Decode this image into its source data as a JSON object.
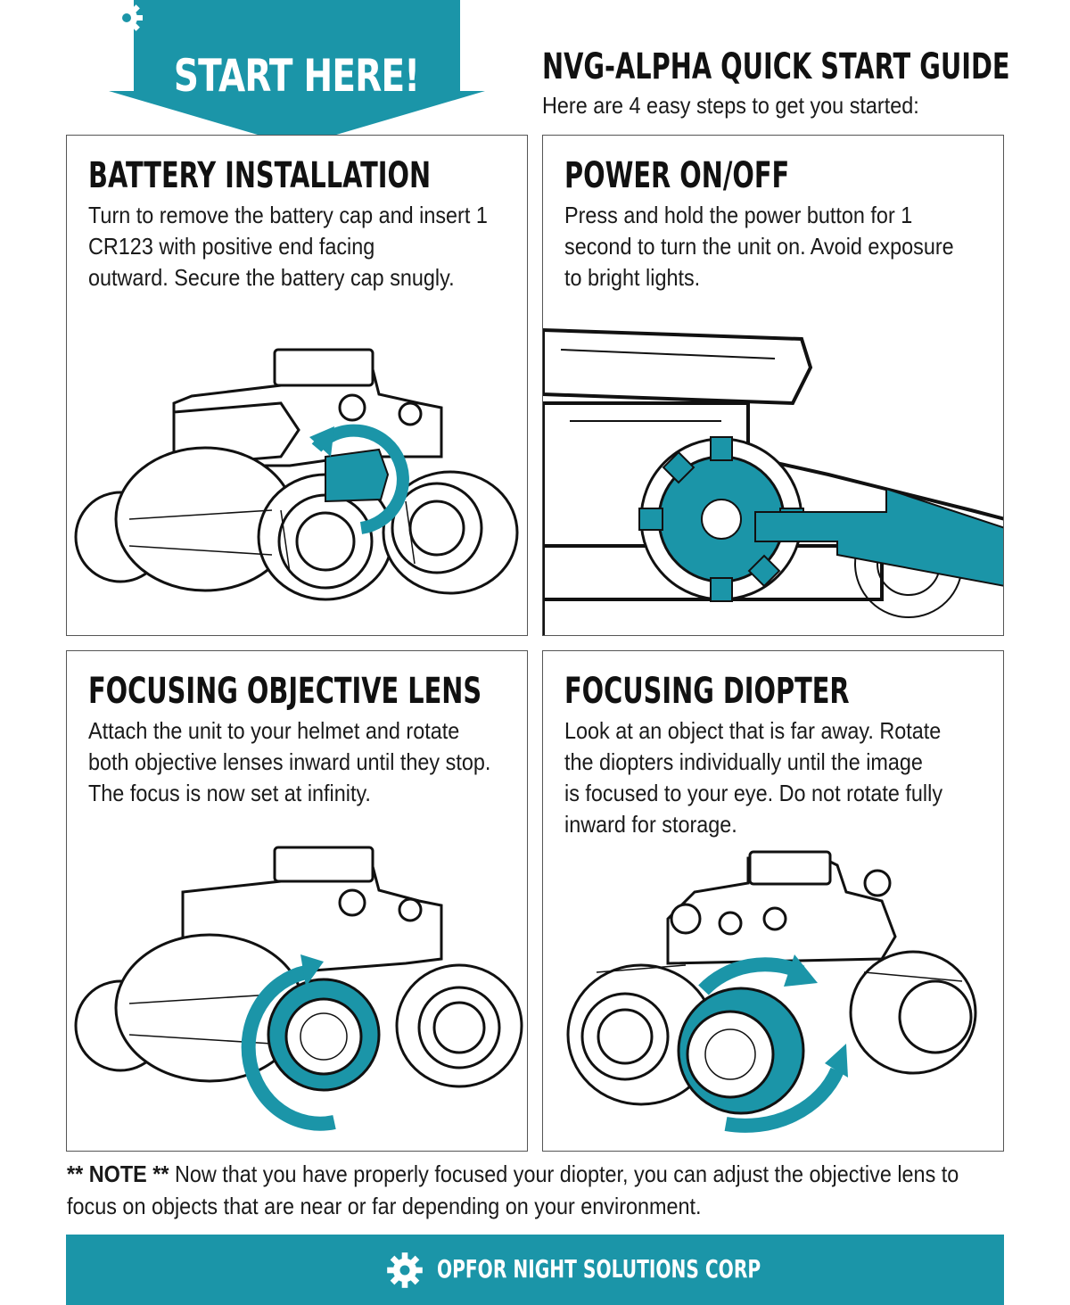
{
  "banner": {
    "label": "START HERE!"
  },
  "guide": {
    "title": "NVG-ALPHA QUICK START GUIDE",
    "subtitle": "Here are 4 easy steps to get you started:"
  },
  "steps": [
    {
      "title": "BATTERY INSTALLATION",
      "lines": [
        "Turn to remove the battery cap and insert 1",
        "CR123 with positive end facing",
        "outward. Secure the battery cap snugly."
      ]
    },
    {
      "title": "POWER ON/OFF",
      "lines": [
        "Press and hold the power button for 1",
        "second to turn the unit on. Avoid exposure",
        "to bright lights."
      ]
    },
    {
      "title": "FOCUSING OBJECTIVE LENS",
      "lines": [
        "Attach the unit to your helmet and rotate",
        "both objective lenses inward until they stop.",
        "The focus is now set at infinity."
      ]
    },
    {
      "title": "FOCUSING DIOPTER",
      "lines": [
        "Look at an object that is far away. Rotate",
        "the diopters individually until the image",
        "is focused to your eye. Do not rotate fully",
        "inward for storage."
      ]
    }
  ],
  "note": {
    "prefix": "** ",
    "label": "NOTE",
    "suffix": " **",
    "line1": " Now that you have properly focused your diopter, you can adjust the objective lens to",
    "line2": "focus on objects that are near or far depending on your environment."
  },
  "footer": {
    "company": "OPFOR NIGHT SOLUTIONS CORP"
  },
  "colors": {
    "accent": "#1b95a8",
    "text": "#111111",
    "border": "#555555"
  },
  "icons": {
    "banner": "gear-icon",
    "footer": "gear-icon"
  }
}
